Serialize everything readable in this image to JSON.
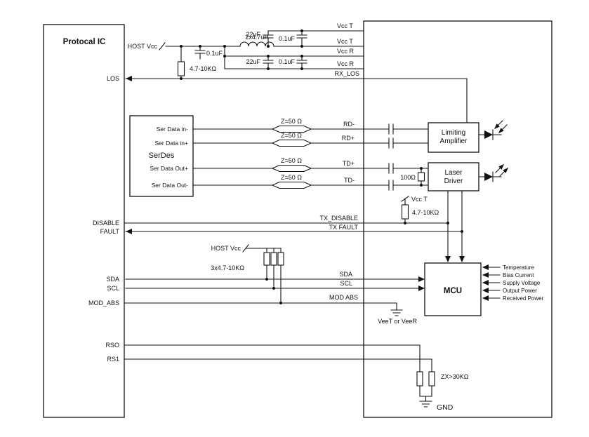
{
  "protocol_ic": {
    "title": "Protocal IC",
    "pin_los": "LOS",
    "pin_disable": "DISABLE",
    "pin_fault": "FAULT",
    "pin_sda": "SDA",
    "pin_scl": "SCL",
    "pin_mod_abs": "MOD_ABS",
    "pin_rs0": "RSO",
    "pin_rs1": "RS1"
  },
  "power": {
    "host_vcc": "HOST Vcc",
    "cap_22uf_top": "22uF",
    "inductor": "2x4.7uH",
    "cap_01uf_top": "0.1uF",
    "cap_01uf_mid": "0.1uF",
    "cap_22uf_bot": "22uF",
    "cap_01uf_bot": "0.1uF",
    "los_pullup": "4.7-10KΩ",
    "rail_vcct_1": "Vcc T",
    "rail_vcct_2": "Vcc T",
    "rail_vccr_1": "Vcc R",
    "rail_vccr_2": "Vcc R",
    "rx_los": "RX_LOS"
  },
  "serdes": {
    "title": "SerDes",
    "pin_in_minus": "Ser Data in-",
    "pin_in_plus": "Ser Data in+",
    "pin_out_plus": "Ser Data Out+",
    "pin_out_minus": "Ser Data Out-"
  },
  "tlines": {
    "z1": "Z=50 Ω",
    "z2": "Z=50 Ω",
    "z3": "Z=50 Ω",
    "z4": "Z=50 Ω"
  },
  "nets": {
    "rd_minus": "RD-",
    "rd_plus": "RD+",
    "td_plus": "TD+",
    "td_minus": "TD-",
    "tx_disable": "TX_DISABLE",
    "tx_fault": "TX FAULT",
    "sda": "SDA",
    "scl": "SCL",
    "mod_abs": "MOD ABS"
  },
  "limiting_amp": {
    "line1": "Limiting",
    "line2": "Amplifier"
  },
  "laser_driver": {
    "line1": "Laser",
    "line2": "Driver"
  },
  "tx_bias": {
    "termination": "100Ω",
    "vcc": "Vcc T",
    "pullup": "4.7-10KΩ"
  },
  "i2c": {
    "host_vcc": "HOST Vcc",
    "pullups": "3x4.7-10KΩ"
  },
  "mcu": {
    "title": "MCU",
    "monitors": [
      "Temperature",
      "Bias Current",
      "Supply Voltage",
      "Output Power",
      "Received Power"
    ]
  },
  "grounds": {
    "vee": "VeeT or VeeR",
    "gnd": "GND"
  },
  "rate_select": {
    "note": "ZX>30KΩ"
  }
}
